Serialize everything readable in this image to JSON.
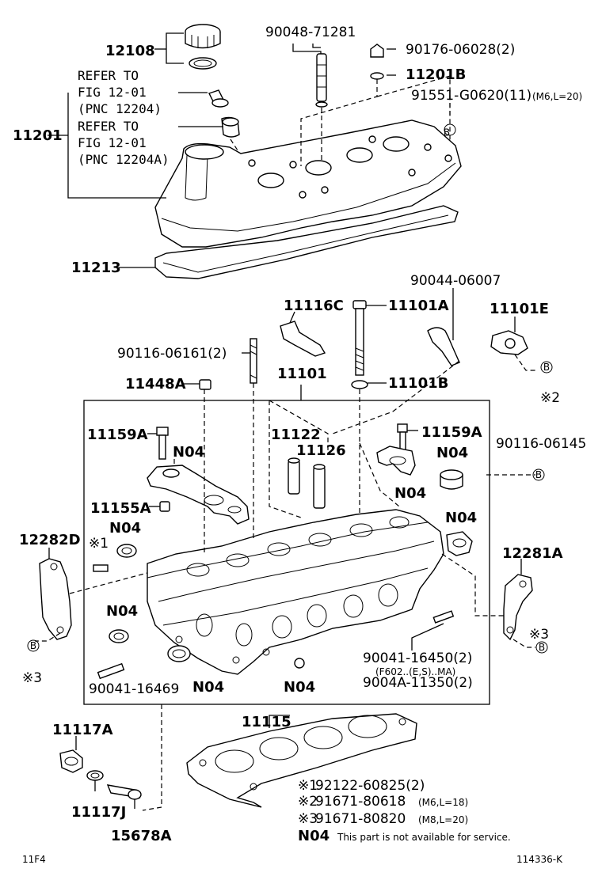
{
  "labels": {
    "p12108": "12108",
    "p90048_71281": "90048-71281",
    "p90176": "90176-06028(2)",
    "p11201B": "11201B",
    "p91551": "91551-G0620(11)",
    "p91551_sub": "(M6,L=20)",
    "ref1_a": "REFER TO",
    "ref1_b": "FIG 12-01",
    "ref1_c": "(PNC 12204)",
    "ref2_a": "REFER TO",
    "ref2_b": "FIG 12-01",
    "ref2_c": "(PNC 12204A)",
    "p11201": "11201",
    "p11213": "11213",
    "p90044": "90044-06007",
    "p11116C": "11116C",
    "p11101A": "11101A",
    "p11101E": "11101E",
    "p90116_06161": "90116-06161(2)",
    "p11448A": "11448A",
    "p11101": "11101",
    "p11101B": "11101B",
    "p11159A_l": "11159A",
    "p11122": "11122",
    "p11126": "11126",
    "p11159A_r": "11159A",
    "p90116_06145": "90116-06145",
    "n04": "N04",
    "p11155A": "11155A",
    "p12282D": "12282D",
    "p12281A": "12281A",
    "x1": "※1",
    "x2": "※2",
    "x3": "※3",
    "b": "B",
    "p90041_16450": "90041-16450(2)",
    "p90041_16450_sub": "(F602..(E,S)..MA)",
    "p9004A": "9004A-11350(2)",
    "p90041_16469": "90041-16469",
    "p11115": "11115",
    "p11117A": "11117A",
    "p11117J": "11117J",
    "p15678A": "15678A",
    "fig_code": "11F4",
    "drawing_no": "114336-K"
  },
  "legend": {
    "l1_mark": "※1",
    "l1_text": "92122-60825(2)",
    "l2_mark": "※2",
    "l2_text": "91671-80618",
    "l2_sub": "(M6,L=18)",
    "l3_mark": "※3",
    "l3_text": "91671-80820",
    "l3_sub": "(M8,L=20)",
    "n04_mark": "N04",
    "n04_text": "This part is not available for service."
  }
}
